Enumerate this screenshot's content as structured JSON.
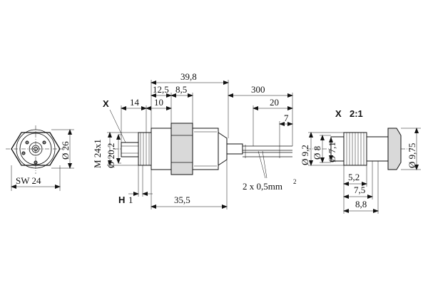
{
  "front_view": {
    "dia_26": "Ø 26",
    "sw_24": "SW 24"
  },
  "side_view": {
    "dim_39_8": "39,8",
    "dim_12_5": "12,5",
    "dim_8_5": "8,5",
    "dim_14": "14",
    "dim_10": "10",
    "dim_300": "300",
    "dim_20": "20",
    "dim_7": "7",
    "thread_m24": "M 24x1",
    "dia_20_2": "Ø 20,2",
    "dim_35_5": "35,5",
    "label_h": "H",
    "dim_h_1": "1",
    "label_x": "X",
    "wire_spec": "2 x 0,5mm",
    "wire_spec_sup": "2"
  },
  "detail_view": {
    "title_x": "X",
    "title_scale": "2:1",
    "dia_9_2": "Ø 9,2",
    "dia_8": "Ø 8",
    "dia_7_1": "Ø 7,1",
    "dia_9_75": "Ø 9,75",
    "dim_5_2": "5,2",
    "dim_7_5": "7,5",
    "dim_8_8": "8,8"
  }
}
